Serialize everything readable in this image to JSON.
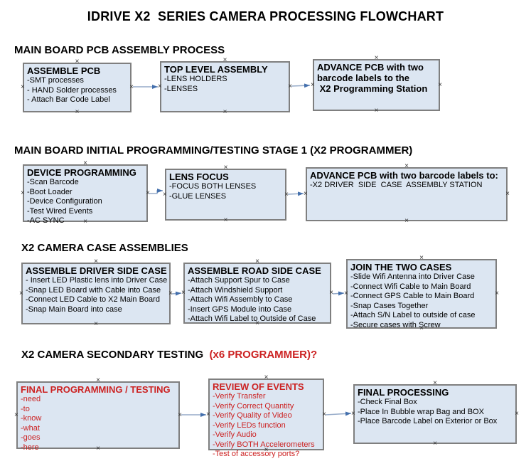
{
  "title": "IDRIVE X2  SERIES CAMERA PROCESSING FLOWCHART",
  "colors": {
    "background": "#ffffff",
    "text": "#000000",
    "box_fill": "#dce6f2",
    "box_border": "#7f7f7f",
    "alert_red": "#cc2222",
    "connector_line": "#95aac8",
    "connector_arrow": "#4470ad",
    "anchor": "#333333"
  },
  "icons": {
    "anchor_glyph": "×"
  },
  "sections": [
    {
      "header": "MAIN BOARD PCB ASSEMBLY PROCESS",
      "boxes": [
        {
          "title": "ASSEMBLE PCB",
          "items": [
            "-SMT processes",
            "- HAND Solder processes",
            "- Attach Bar Code Label"
          ]
        },
        {
          "title": "TOP LEVEL ASSEMBLY",
          "items": [
            "-LENS HOLDERS",
            "-LENSES"
          ]
        },
        {
          "title": "ADVANCE PCB with two\nbarcode labels to the\n X2 Programming Station",
          "items": []
        }
      ]
    },
    {
      "header": "MAIN BOARD INITIAL PROGRAMMING/TESTING STAGE 1 (X2 PROGRAMMER)",
      "boxes": [
        {
          "title": "DEVICE PROGRAMMING",
          "items": [
            "-Scan Barcode",
            "-Boot Loader",
            "-Device Configuration",
            "-Test Wired Events",
            "-AC SYNC"
          ]
        },
        {
          "title": "LENS FOCUS",
          "items": [
            "-FOCUS BOTH LENSES",
            "-GLUE LENSES"
          ]
        },
        {
          "title": "ADVANCE PCB with two barcode labels to:",
          "items": [
            "-X2 DRIVER  SIDE  CASE  ASSEMBLY STATION"
          ]
        }
      ]
    },
    {
      "header": "X2 CAMERA CASE ASSEMBLIES",
      "boxes": [
        {
          "title": "ASSEMBLE DRIVER SIDE CASE",
          "items": [
            "- Insert LED Plastic lens into Driver Case",
            "-Snap LED Board with Cable into Case",
            "-Connect LED Cable to X2 Main Board",
            "-Snap Main Board into case"
          ]
        },
        {
          "title": "ASSEMBLE ROAD SIDE CASE",
          "items": [
            "-Attach Support Spur to Case",
            "-Attach Windshield Support",
            "-Attach Wifi Assembly to Case",
            "-Insert GPS Module into Case",
            "-Attach Wifi Label to Outside of Case"
          ]
        },
        {
          "title": "JOIN THE TWO CASES",
          "items": [
            "-Slide Wifi Antenna into Driver Case",
            "-Connect Wifi Cable to Main Board",
            "-Connect GPS Cable to Main Board",
            "-Snap Cases Together",
            "-Attach S/N Label to outside of case",
            "-Secure cases with Screw"
          ]
        }
      ]
    },
    {
      "header": "X2 CAMERA SECONDARY TESTING ",
      "header_red": " (x6 PROGRAMMER)?",
      "boxes": [
        {
          "title": "FINAL PROGRAMMING / TESTING",
          "items": [
            "-need",
            "-to",
            "-know",
            "-what",
            "-goes",
            "-here"
          ]
        },
        {
          "title": "REVIEW OF EVENTS",
          "items": [
            "-Verify Transfer",
            "-Verify Correct Quantity",
            "-Verify Quality of Video",
            "-Verify LEDs function",
            "-Verify Audio",
            "-Verify BOTH Accelerometers",
            "-Test of accessory ports?"
          ]
        },
        {
          "title": "FINAL PROCESSING",
          "items": [
            "-Check Final Box",
            "-Place In Bubble wrap Bag and BOX",
            "-Place Barcode Label on Exterior or Box"
          ]
        }
      ]
    }
  ]
}
